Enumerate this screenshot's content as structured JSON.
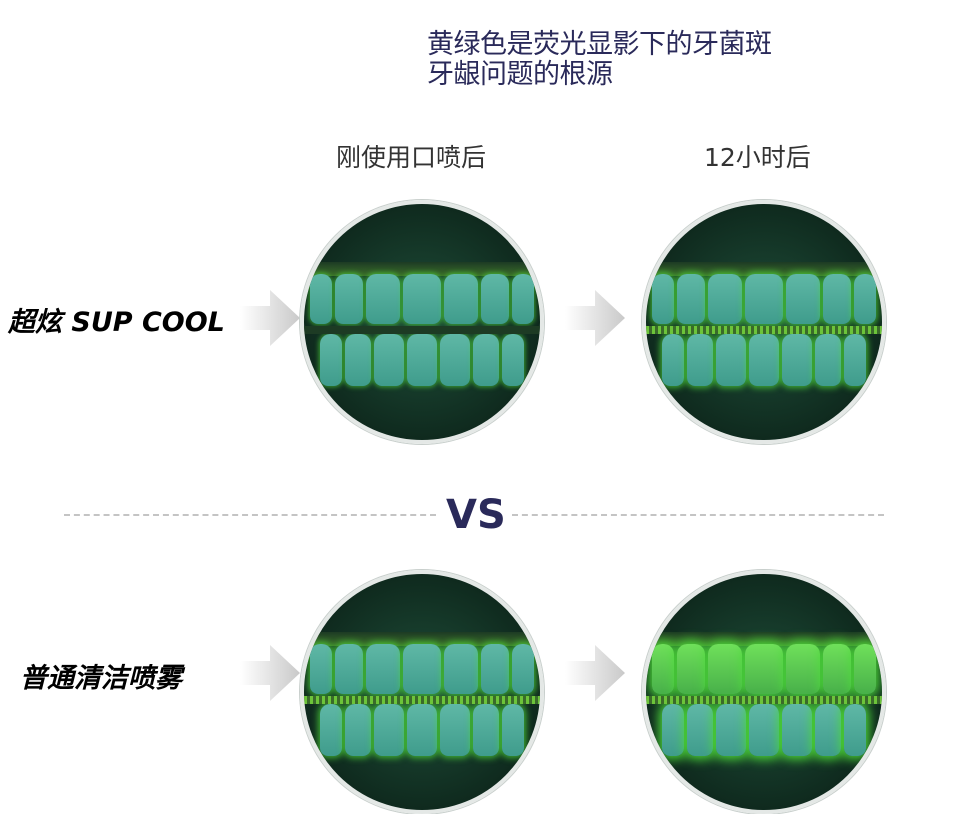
{
  "headline": {
    "line1": "黄绿色是荧光显影下的牙菌斑",
    "line2": "牙龈问题的根源"
  },
  "columns": {
    "after_use": "刚使用口喷后",
    "after_12h": "12小时后"
  },
  "rows": {
    "product": "超炫 SUP COOL",
    "generic": "普通清洁喷雾"
  },
  "vs_label": "VS",
  "colors": {
    "text_dark": "#2a2a5a",
    "plaque_green": "#4ddb3a",
    "tooth": "#5fb8a6"
  }
}
